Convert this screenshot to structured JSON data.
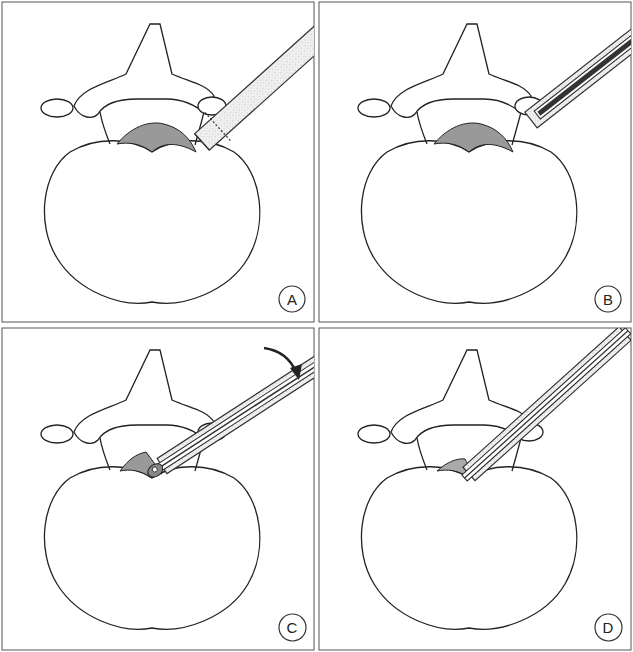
{
  "diagram": {
    "nodes": [
      {
        "text": [
          "A"
        ]
      },
      {
        "text": [
          "B"
        ]
      },
      {
        "text": [
          "C"
        ]
      },
      {
        "text": [
          "D"
        ]
      }
    ]
  }
}
